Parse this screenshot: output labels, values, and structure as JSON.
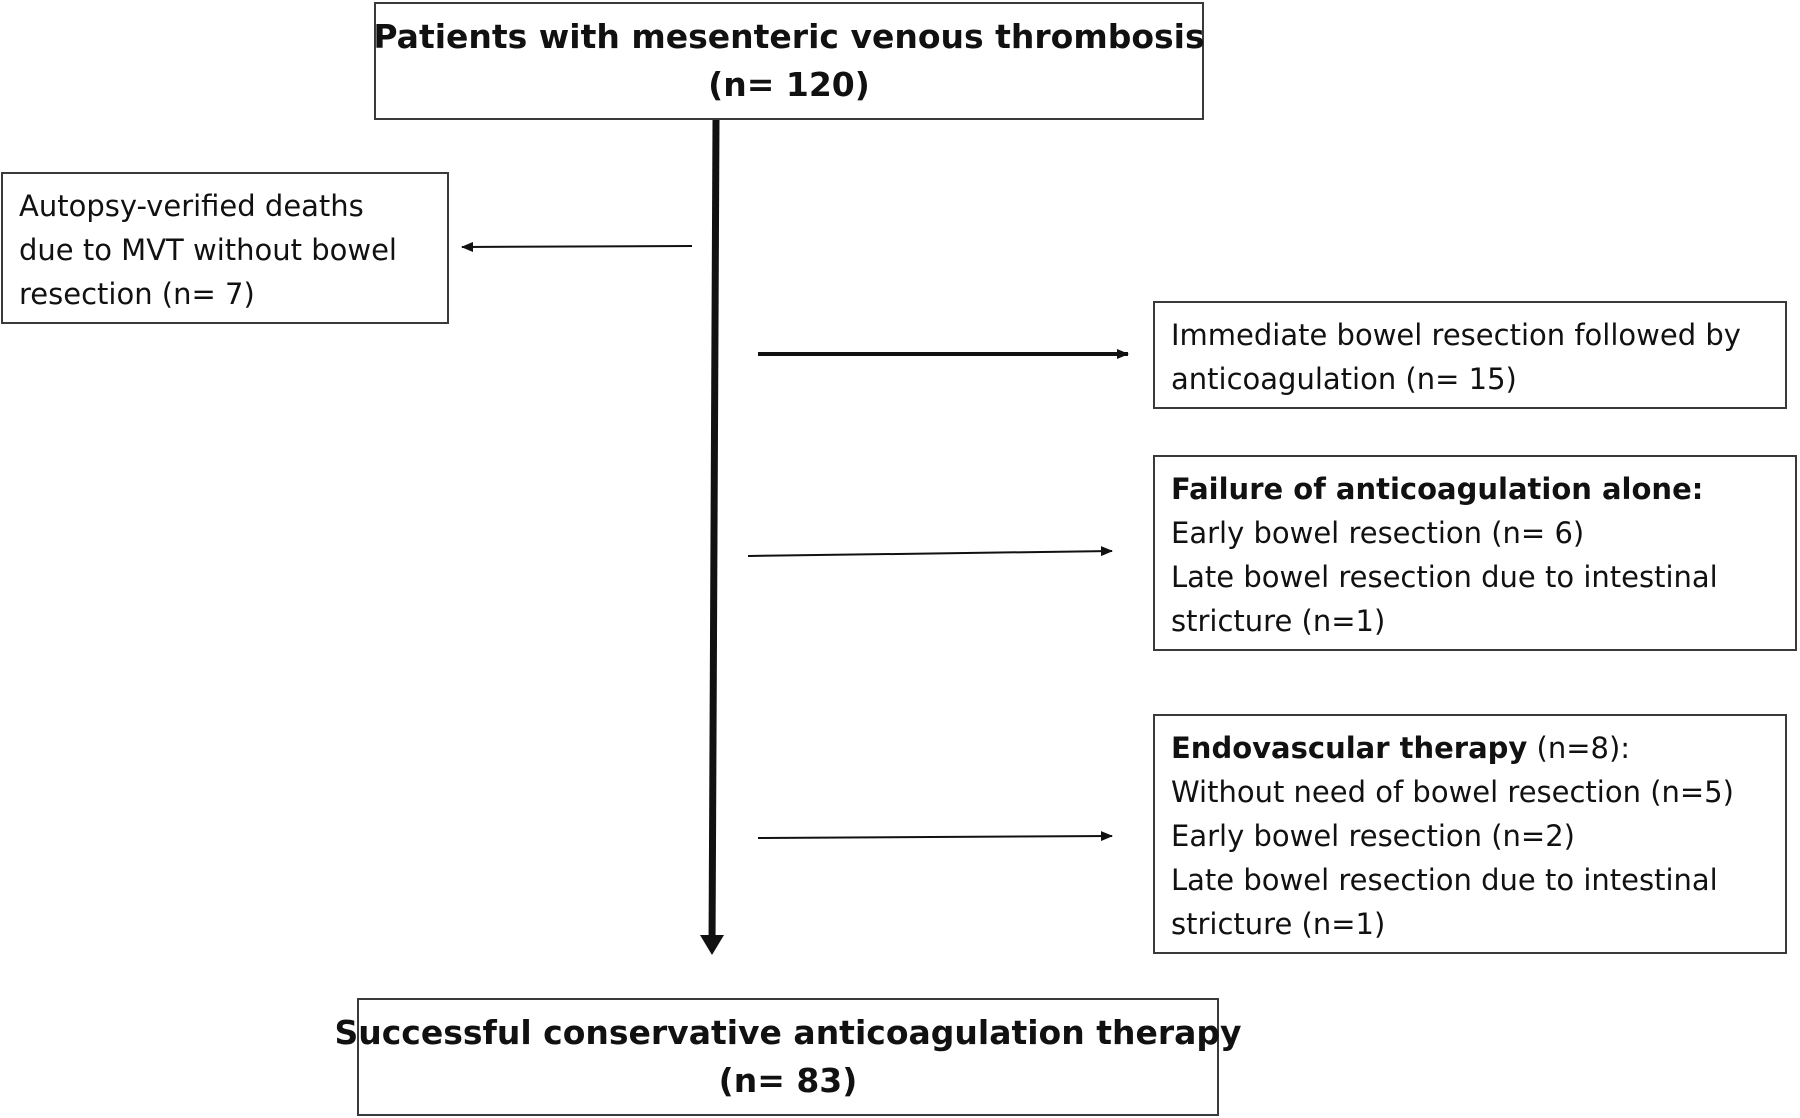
{
  "top": {
    "title": "Patients with mesenteric venous thrombosis",
    "count": "(n= 120)"
  },
  "deaths": {
    "lines": [
      "Autopsy-verified deaths",
      "due to MVT without bowel",
      "resection (n= 7)"
    ]
  },
  "immediate": {
    "lines": [
      "Immediate bowel resection followed by",
      "anticoagulation (n= 15)"
    ]
  },
  "failure": {
    "heading": "Failure of anticoagulation alone:",
    "lines": [
      "Early bowel resection (n= 6)",
      "Late bowel resection due to intestinal",
      "stricture (n=1)"
    ]
  },
  "endo": {
    "heading_bold": "Endovascular therapy",
    "heading_rest": " (n=8):",
    "lines": [
      "Without need of bowel resection (n=5)",
      "Early bowel resection (n=2)",
      "Late bowel resection due to intestinal",
      "stricture (n=1)"
    ]
  },
  "bottom": {
    "title": "Successful conservative anticoagulation therapy",
    "count": "(n= 83)"
  },
  "colors": {
    "stroke": "#111111",
    "border": "#3a3a3a"
  }
}
